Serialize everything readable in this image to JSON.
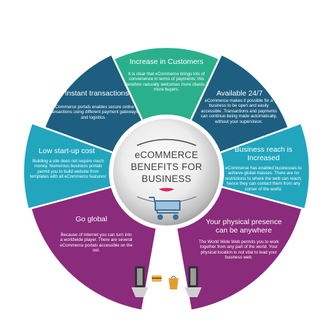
{
  "hub": {
    "line1": "eCOMMERCE",
    "line2": "BENEFITS FOR",
    "line3": "BUSINESS"
  },
  "segments": [
    {
      "title": "Increase in Customers",
      "body": "It is clear that eCommerce brings lots of convenience in terms of payments; this therefore naturally welcomes more clients & more buyers."
    },
    {
      "title": "Instant transactions",
      "body": "eCommerce portals enables secure online transactions using different payment gateways and logistics."
    },
    {
      "title": "Available 24/7",
      "body": "eCommerce makes it possible for a business to be open and easily accessible .Transactions and payments can continue being made automatically, without your supervision."
    },
    {
      "title": "Low start-up cost",
      "body": "Building a site does not require much money. Numerous business portals permit you to build website from templates with all eCommerce features!"
    },
    {
      "title": "Business reach is Increased",
      "body": "eCommerce has enabled businesses to achieve global masses. There are no restrictions to where the web can reach; hence they can contact them from any corner of the world."
    },
    {
      "title": "Go global",
      "body": "Because of Internet you can turn into a worldwide player. There are several eCommerce portals accessible on the net."
    },
    {
      "title": "Your physical presence can be anywhere",
      "body": "The World Wide Web permits you to work together from any part of the world. Your physical location is not vital to lead your business web."
    }
  ],
  "colors": {
    "green": "#2bb08c",
    "navy": "#1e5e80",
    "teal": "#21a6be",
    "purple": "#8a2b7b",
    "hub_text": "#3b3b3b",
    "lips": "#e0245e",
    "cart": "#3d6f9b"
  }
}
